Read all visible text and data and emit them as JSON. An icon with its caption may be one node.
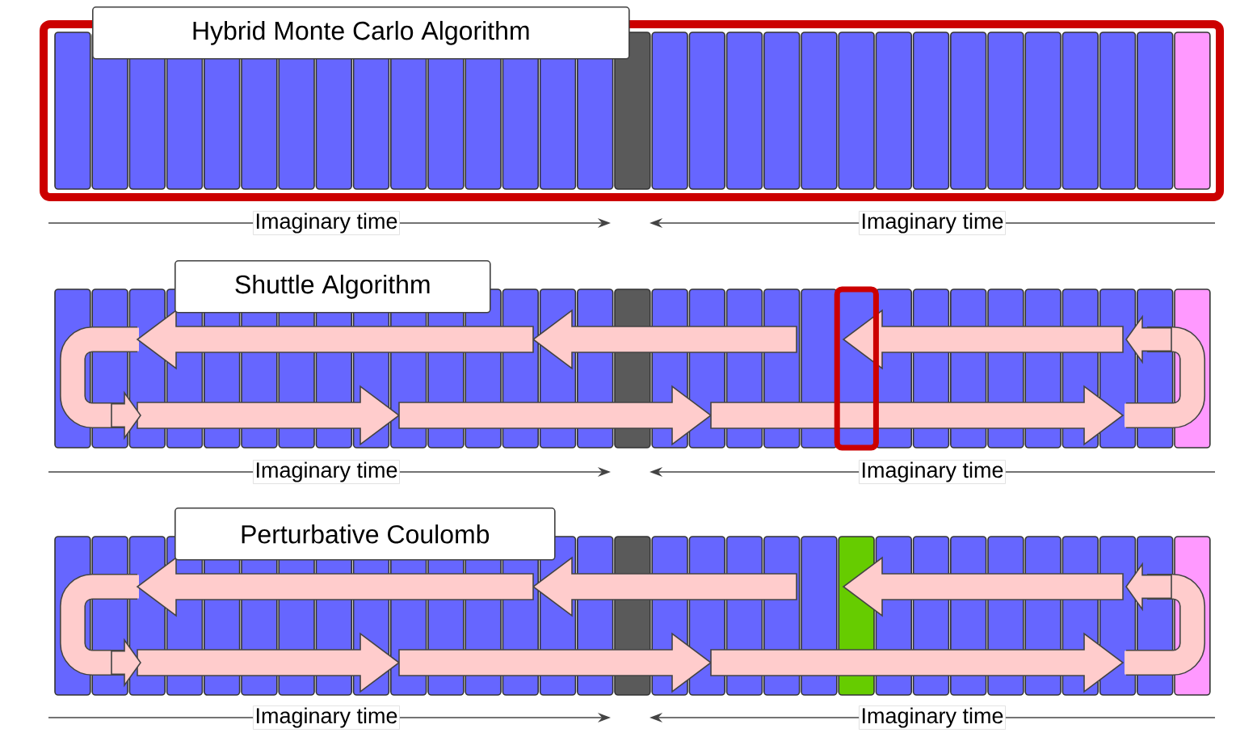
{
  "diagram": {
    "nodes": [
      {
        "text": [
          "Hybrid Monte Carlo Algorithm"
        ]
      },
      {
        "text": [
          "Shuttle Algorithm"
        ]
      },
      {
        "text": [
          "Perturbative Coulomb"
        ]
      }
    ],
    "labels": [
      "Imaginary time",
      "Imaginary time",
      "Imaginary time",
      "Imaginary time",
      "Imaginary time",
      "Imaginary time"
    ]
  }
}
